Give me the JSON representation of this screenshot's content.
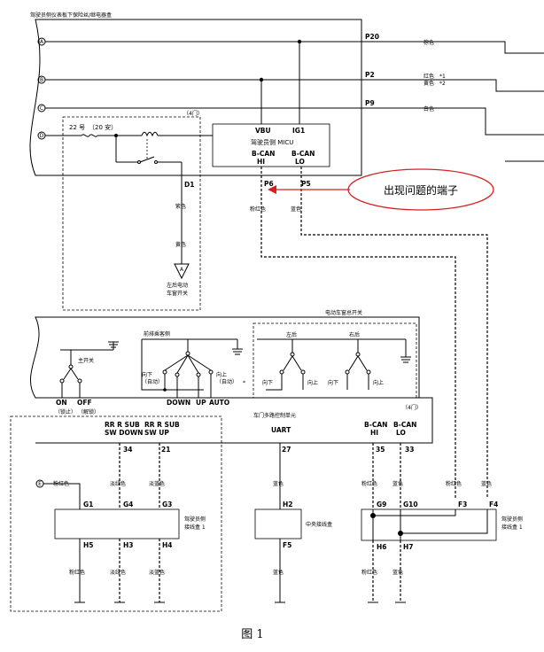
{
  "fusebox": {
    "title": "驾驶员侧仪表板下保险丝/继电器盒",
    "connectors": [
      "A",
      "B",
      "C",
      "D"
    ],
    "pins": {
      "p20": "P20",
      "p2": "P2",
      "p9": "P9"
    },
    "wire_colors": {
      "a": "棕色",
      "b1": "红色",
      "b2": "黄色",
      "b_mark1": "*1",
      "b_mark2": "*2",
      "c": "白色"
    },
    "fuse": {
      "label": "22 号",
      "rating": "（20 安）"
    },
    "door_note": "（4门）"
  },
  "micu": {
    "title": "驾驶员侧 MICU",
    "vbu": "VBU",
    "ig1": "IG1",
    "bcan_hi_l1": "B-CAN",
    "bcan_hi_l2": "HI",
    "bcan_lo_l1": "B-CAN",
    "bcan_lo_l2": "LO",
    "pin_hi": "P6",
    "pin_lo": "P5",
    "color_hi": "粉红色",
    "color_lo": "蓝色"
  },
  "callout": {
    "text": "出现问题的端子"
  },
  "door_switch_branch": {
    "pin": "D1",
    "color1": "紫色",
    "color2": "黄色",
    "connector": "A",
    "label_l1": "左后电动",
    "label_l2": "车窗开关"
  },
  "master_switch": {
    "title": "电动车窗总开关",
    "main_switch": "主开关",
    "passenger": "前排乘客侧",
    "left_rear": "左后",
    "right_rear": "右后",
    "down": "向下",
    "auto_note": "（自动）",
    "up": "向上",
    "star": "*",
    "dn": "DOWN",
    "up_en": "UP",
    "auto": "AUTO",
    "on": "ON",
    "off": "OFF",
    "lock": "（锁止）",
    "unlock": "（解锁）",
    "door_note": "（4门）",
    "control_unit": "车门多路控制单元",
    "sub_down_l1": "RR R SUB",
    "sub_down_l2": "SW DOWN",
    "sub_up_l1": "RR R SUB",
    "sub_up_l2": "SW UP",
    "uart": "UART",
    "bcan_hi_l1": "B-CAN",
    "bcan_hi_l2": "HI",
    "bcan_lo_l1": "B-CAN",
    "bcan_lo_l2": "LO",
    "pin_down": "34",
    "pin_up": "21",
    "pin_uart": "27",
    "pin_hi": "35",
    "pin_lo": "33"
  },
  "wires": {
    "pink": "粉红色",
    "light_green": "淡绿色",
    "light_blue": "淡蓝色",
    "blue": "蓝色"
  },
  "junction1": {
    "title_l1": "驾驶员侧",
    "title_l2": "接线盒 1",
    "g1": "G1",
    "g4": "G4",
    "g3": "G3",
    "h5": "H5",
    "h3": "H3",
    "h4": "H4"
  },
  "central": {
    "title": "中央接线盒",
    "h2": "H2",
    "f5": "F5"
  },
  "junction2": {
    "title_l1": "驾驶员侧",
    "title_l2": "接线盒 1",
    "g9": "G9",
    "g10": "G10",
    "f3": "F3",
    "f4": "F4",
    "h6": "H6",
    "h7": "H7"
  },
  "connector_e": "E",
  "caption": "图 1"
}
